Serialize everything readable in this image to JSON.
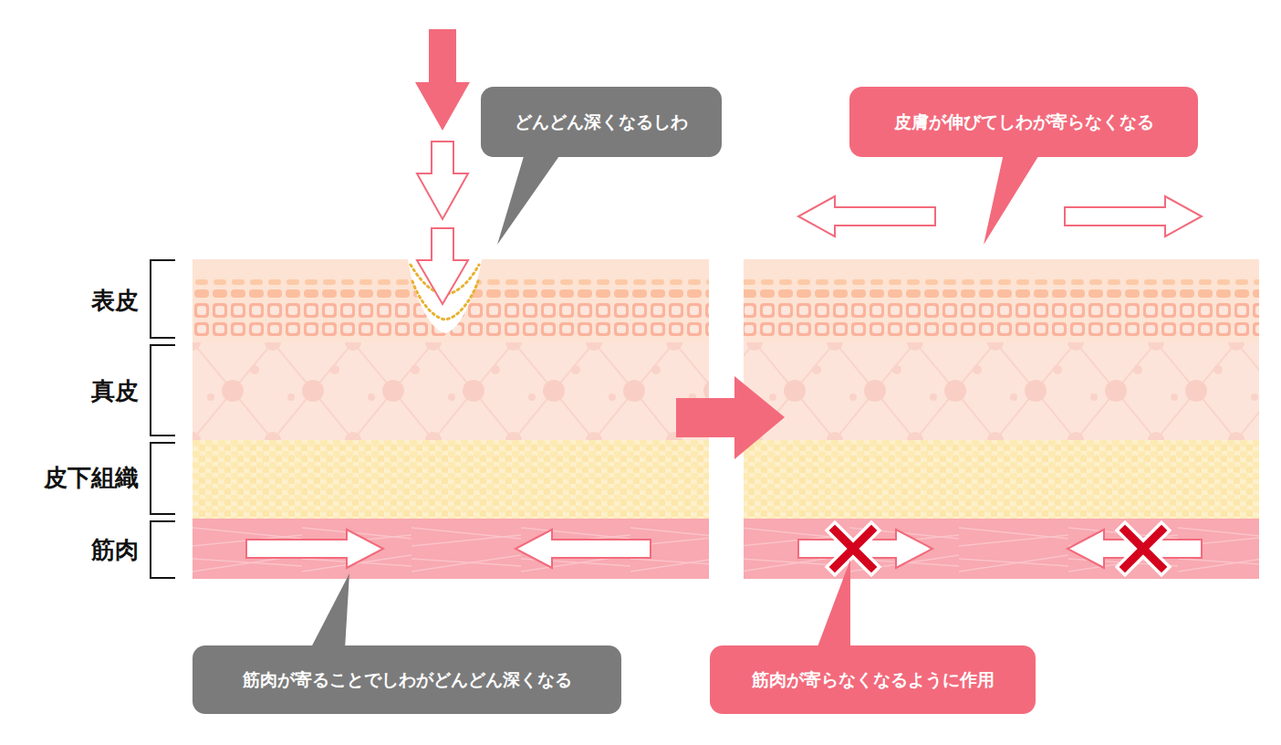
{
  "diagram": {
    "nodes": [
      {
        "text": [
          "どんどん深くなるしわ"
        ]
      },
      {
        "text": [
          "皮膚が伸びてしわが寄らなくなる"
        ]
      },
      {
        "text": [
          "筋肉が寄ることでしわがどんどん深くなる"
        ]
      },
      {
        "text": [
          "筋肉が寄らなくなるように作用"
        ]
      }
    ],
    "labels": [
      "表皮",
      "真皮",
      "皮下組織",
      "筋肉"
    ]
  }
}
